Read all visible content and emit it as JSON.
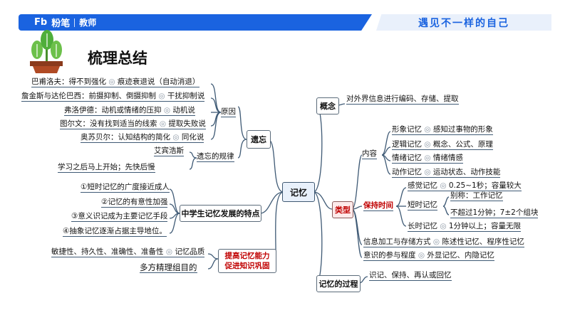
{
  "header": {
    "logo_text": "粉笔",
    "logo_mark": "Fb",
    "role": "教师",
    "slogan": "遇见不一样的自己",
    "colors": {
      "primary": "#1a63e0",
      "light": "#e9f0fb"
    }
  },
  "title": "梳理总结",
  "center": "记忆",
  "forgetting": {
    "label": "遗忘",
    "theories": [
      {
        "who": "巴甫洛夫：得不到强化",
        "theory": "痕迹衰退说（自动消退）"
      },
      {
        "who": "詹金斯与达伦巴西：前摄抑制、倒摄抑制",
        "theory": "干扰抑制说"
      },
      {
        "who": "弗洛伊德：动机或情绪的压抑",
        "theory": "动机说"
      },
      {
        "who": "图尔文：没有找到适当的线索",
        "theory": "提取失败说"
      },
      {
        "who": "奥苏贝尔：认知结构的简化",
        "theory": "同化说"
      }
    ],
    "theories_label": "原因",
    "rule_label": "遗忘的规律",
    "rule_person": "艾宾浩斯",
    "rule_text": "学习之后马上开始；先快后慢"
  },
  "middle_school": {
    "label": "中学生记忆发展的特点",
    "items": [
      "①短时记忆的广度接近成人",
      "②记忆的有意性加强",
      "③意义识记成为主要记忆手段",
      "④抽象记忆逐渐占据主导地位。"
    ]
  },
  "improve": {
    "label_line1": "提高记忆能力",
    "label_line2": "促进知识巩固",
    "quality_text": "敏捷性、持久性、准确性、准备性",
    "quality_label": "记忆品质",
    "method": "多方精理组目的"
  },
  "concept": {
    "label": "概念",
    "text": "对外界信息进行编码、存储、提取"
  },
  "types": {
    "label": "类型",
    "content": {
      "label": "内容",
      "items": [
        {
          "name": "形象记忆",
          "desc": "感知过事物的形象"
        },
        {
          "name": "逻辑记忆",
          "desc": "概念、公式、原理"
        },
        {
          "name": "情绪记忆",
          "desc": "情绪情感"
        },
        {
          "name": "动作记忆",
          "desc": "运动状态、动作技能"
        }
      ]
    },
    "duration": {
      "label": "保持时间",
      "sensory": {
        "name": "感觉记忆",
        "desc": "0.25~1秒；容量较大"
      },
      "short": {
        "name": "短时记忆",
        "alias": "别称：工作记忆",
        "desc": "不超过1分钟；7±2个组块"
      },
      "long": {
        "name": "长时记忆",
        "desc": "1分钟以上；容量无限"
      }
    },
    "processing": {
      "name": "信息加工与存储方式",
      "desc": "陈述性记忆、程序性记忆"
    },
    "awareness": {
      "name": "意识的参与程度",
      "desc": "外显记忆、内隐记忆"
    }
  },
  "process": {
    "label": "记忆的过程",
    "text": "识记、保持、再认或回忆"
  }
}
